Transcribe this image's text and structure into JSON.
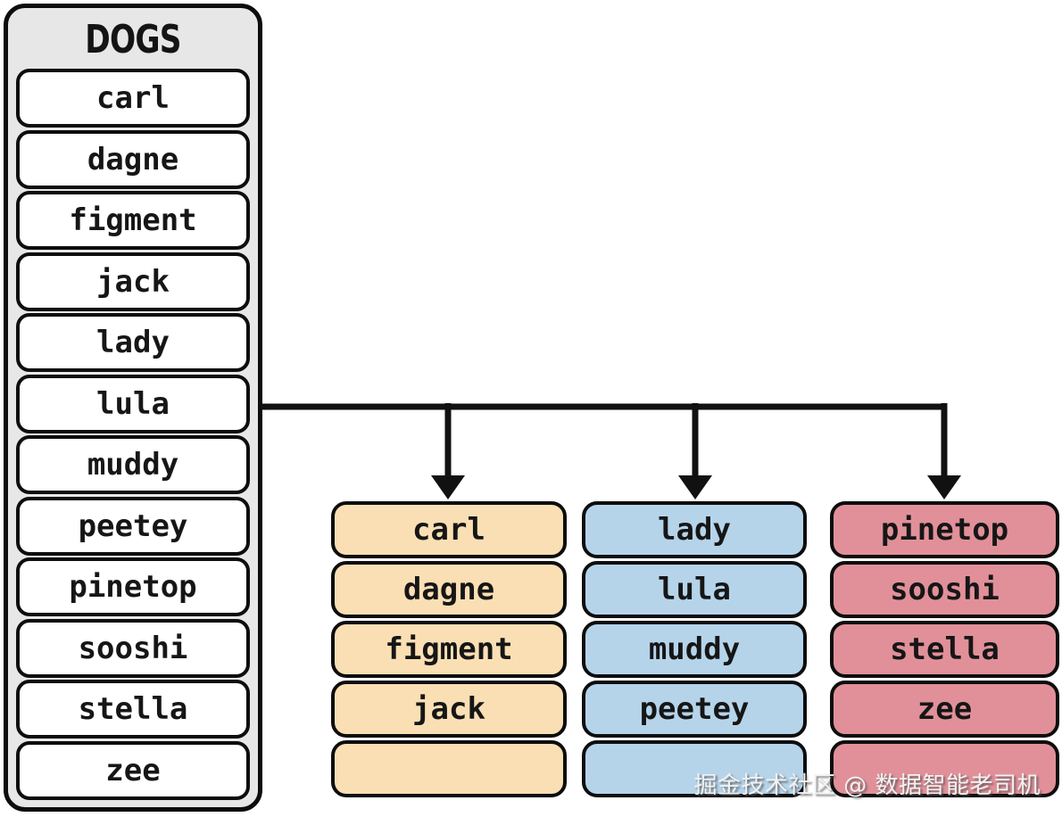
{
  "table": {
    "title": "DOGS",
    "rows": [
      "carl",
      "dagne",
      "figment",
      "jack",
      "lady",
      "lula",
      "muddy",
      "peetey",
      "pinetop",
      "sooshi",
      "stella",
      "zee"
    ]
  },
  "partitions": [
    {
      "color": "#fbdfb4",
      "rows": [
        "carl",
        "dagne",
        "figment",
        "jack",
        ""
      ]
    },
    {
      "color": "#b5d4ea",
      "rows": [
        "lady",
        "lula",
        "muddy",
        "peetey",
        ""
      ]
    },
    {
      "color": "#e19099",
      "rows": [
        "pinetop",
        "sooshi",
        "stella",
        "zee",
        ""
      ]
    }
  ],
  "watermark": "掘金技术社区 @ 数据智能老司机",
  "colors": {
    "panel_bg": "#e7e7e7",
    "row_bg": "#ffffff",
    "border": "#0d0d0d",
    "connector": "#111111"
  }
}
